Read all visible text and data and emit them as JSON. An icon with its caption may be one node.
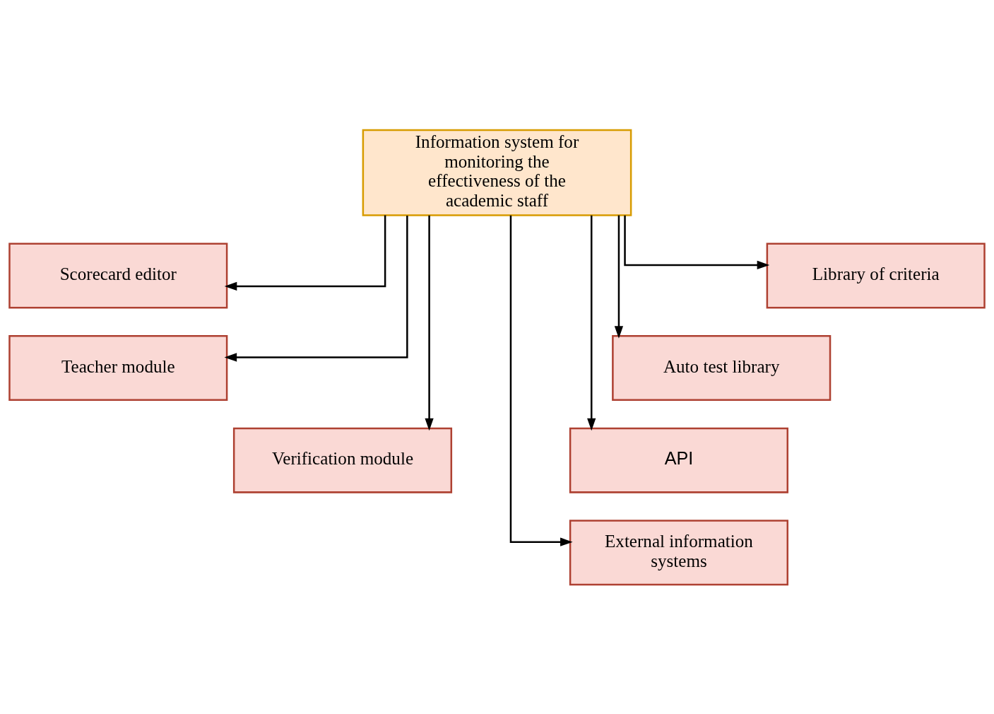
{
  "diagram": {
    "nodes": [
      {
        "text": [
          "Information system for monitoring the effectiveness of the academic staff"
        ]
      },
      {
        "text": [
          "Scorecard editor"
        ]
      },
      {
        "text": [
          "Library of criteria"
        ]
      },
      {
        "text": [
          "Teacher module"
        ]
      },
      {
        "text": [
          "Auto test library"
        ]
      },
      {
        "text": [
          "Verification module"
        ]
      },
      {
        "text": [
          "API"
        ]
      },
      {
        "text": [
          "External information systems"
        ]
      }
    ],
    "edges": [
      {
        "from": 0,
        "to": 1,
        "arrow": "to"
      },
      {
        "from": 0,
        "to": 2,
        "arrow": "to"
      },
      {
        "from": 0,
        "to": 3,
        "arrow": "to"
      },
      {
        "from": 0,
        "to": 4,
        "arrow": "to"
      },
      {
        "from": 0,
        "to": 5,
        "arrow": "to"
      },
      {
        "from": 0,
        "to": 6,
        "arrow": "to"
      },
      {
        "from": 0,
        "to": 7,
        "arrow": "to"
      }
    ]
  }
}
